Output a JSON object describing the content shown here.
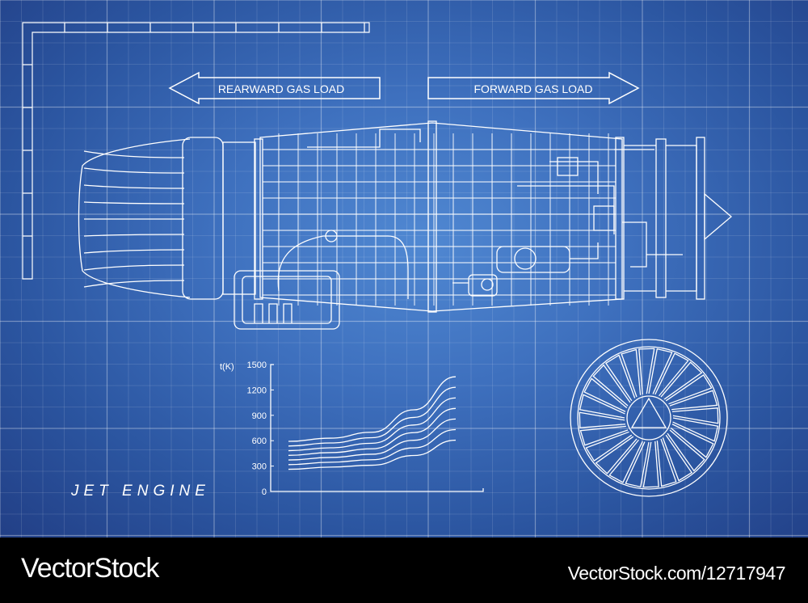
{
  "labels": {
    "rearward": "REARWARD GAS LOAD",
    "forward": "FORWARD GAS LOAD",
    "title": "JET ENGINE"
  },
  "colors": {
    "background": "#3e70be",
    "line": "#ffffff",
    "footer": "#000000"
  },
  "chart_data": {
    "type": "line",
    "ylabel": "t(K)",
    "xlabel": "",
    "ylim": [
      0,
      1500
    ],
    "yticks": [
      "1500",
      "1200",
      "900",
      "600",
      "300",
      "0"
    ],
    "grid": false,
    "series": [
      {
        "values": [
          592,
          630,
          700,
          965,
          1356
        ]
      },
      {
        "values": [
          537,
          573,
          635,
          875,
          1231
        ]
      },
      {
        "values": [
          482,
          516,
          570,
          785,
          1106
        ]
      },
      {
        "values": [
          427,
          459,
          505,
          695,
          981
        ]
      },
      {
        "values": [
          372,
          402,
          440,
          605,
          856
        ]
      },
      {
        "values": [
          317,
          345,
          375,
          515,
          731
        ]
      },
      {
        "values": [
          262,
          288,
          310,
          425,
          606
        ]
      }
    ]
  },
  "footer": {
    "brand": "VectorStock",
    "url": "VectorStock.com/12717947"
  }
}
